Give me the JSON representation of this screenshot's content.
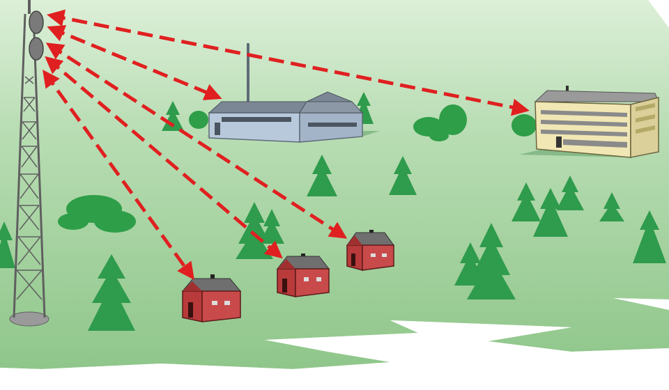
{
  "scene": {
    "colors": {
      "sky": "#ffffff",
      "ground_light": "#cfe8cc",
      "ground_mid": "#a9d4a4",
      "ground_dark": "#8cc488",
      "tree": "#2f9b4c",
      "tree_dark": "#1f7a36",
      "bush": "#2e9e48",
      "link_arrow": "#e02020",
      "house_wall": "#b83a3a",
      "house_roof": "#6f6f6f",
      "factory_wall": "#b9c9dc",
      "factory_roof": "#7b8794",
      "apartment_wall": "#f1e7b4",
      "apartment_roof": "#9a9a9a",
      "tower": "#5f5f5f"
    },
    "tower": {
      "name": "transmission-tower",
      "antennas": 2
    },
    "buildings": [
      {
        "id": "factory",
        "kind": "factory"
      },
      {
        "id": "apartment",
        "kind": "apartment-building"
      },
      {
        "id": "house-1",
        "kind": "house"
      },
      {
        "id": "house-2",
        "kind": "house"
      },
      {
        "id": "house-3",
        "kind": "house"
      }
    ],
    "links": [
      {
        "from": "tower",
        "to": "apartment",
        "style": "dashed-double-arrow"
      },
      {
        "from": "tower",
        "to": "factory",
        "style": "dashed-double-arrow"
      },
      {
        "from": "tower",
        "to": "house-3",
        "style": "dashed-double-arrow"
      },
      {
        "from": "tower",
        "to": "house-2",
        "style": "dashed-double-arrow"
      },
      {
        "from": "tower",
        "to": "house-1",
        "style": "dashed-double-arrow"
      }
    ]
  }
}
